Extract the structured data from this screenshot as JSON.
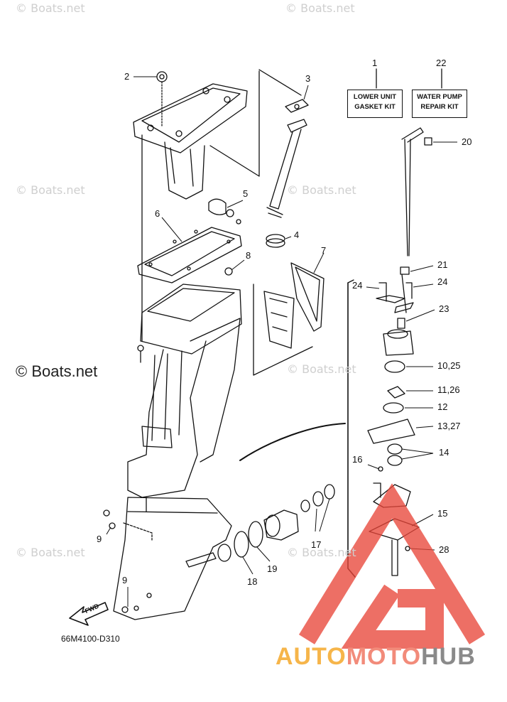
{
  "watermarks": {
    "light": "© Boats.net",
    "dark": "© Boats.net"
  },
  "kits": {
    "lower_unit": {
      "number": "1",
      "lines": [
        "LOWER UNIT",
        "GASKET KIT"
      ]
    },
    "water_pump": {
      "number": "22",
      "lines": [
        "WATER PUMP",
        "REPAIR KIT"
      ]
    }
  },
  "callouts": {
    "c2": "2",
    "c3": "3",
    "c5": "5",
    "c4": "4",
    "c6": "6",
    "c8": "8",
    "c7": "7",
    "c20": "20",
    "c21": "21",
    "c24a": "24",
    "c24b": "24",
    "c23": "23",
    "c10": "10,25",
    "c11": "11,26",
    "c12": "12",
    "c13": "13,27",
    "c14": "14",
    "c16": "16",
    "c15": "15",
    "c28": "28",
    "c17": "17",
    "c19": "19",
    "c18": "18",
    "c9a": "9",
    "c9b": "9"
  },
  "fwd_label": "FWD",
  "diagram_ref": "66M4100-D310",
  "brand": {
    "part1": "AUTO",
    "part2": "MOTO",
    "part3": "HUB"
  },
  "colors": {
    "brand_orange": "#f6b54a",
    "brand_pink": "#f28b7a",
    "brand_gray": "#8a8a8a",
    "logo_red": "#e8473a"
  }
}
